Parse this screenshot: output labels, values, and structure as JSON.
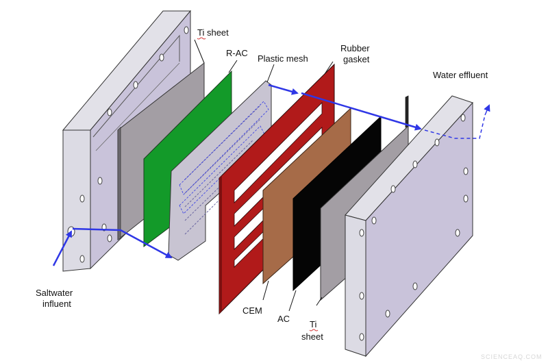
{
  "diagram": {
    "labels": {
      "ti_sheet_top": "Ti sheet",
      "r_ac": "R-AC",
      "plastic_mesh": "Plastic mesh",
      "rubber_gasket_1": "Rubber",
      "rubber_gasket_2": "gasket",
      "water_effluent": "Water effluent",
      "saltwater_1": "Saltwater",
      "saltwater_2": "influent",
      "cem": "CEM",
      "ac": "AC",
      "ti_sheet_bottom_1": "Ti",
      "ti_sheet_bottom_2": "sheet"
    },
    "watermark": "SCIENCEAQ.COM",
    "colors": {
      "end_plate": "#c9c3da",
      "end_plate_edge": "#dcdbe4",
      "ti_sheet": "#a39ea4",
      "r_ac": "#139a29",
      "plastic_mesh": "#c8c4d2",
      "rubber_gasket": "#b11a1a",
      "cem": "#a66b48",
      "ac": "#050505",
      "flow_arrow": "#2f37e6"
    }
  }
}
